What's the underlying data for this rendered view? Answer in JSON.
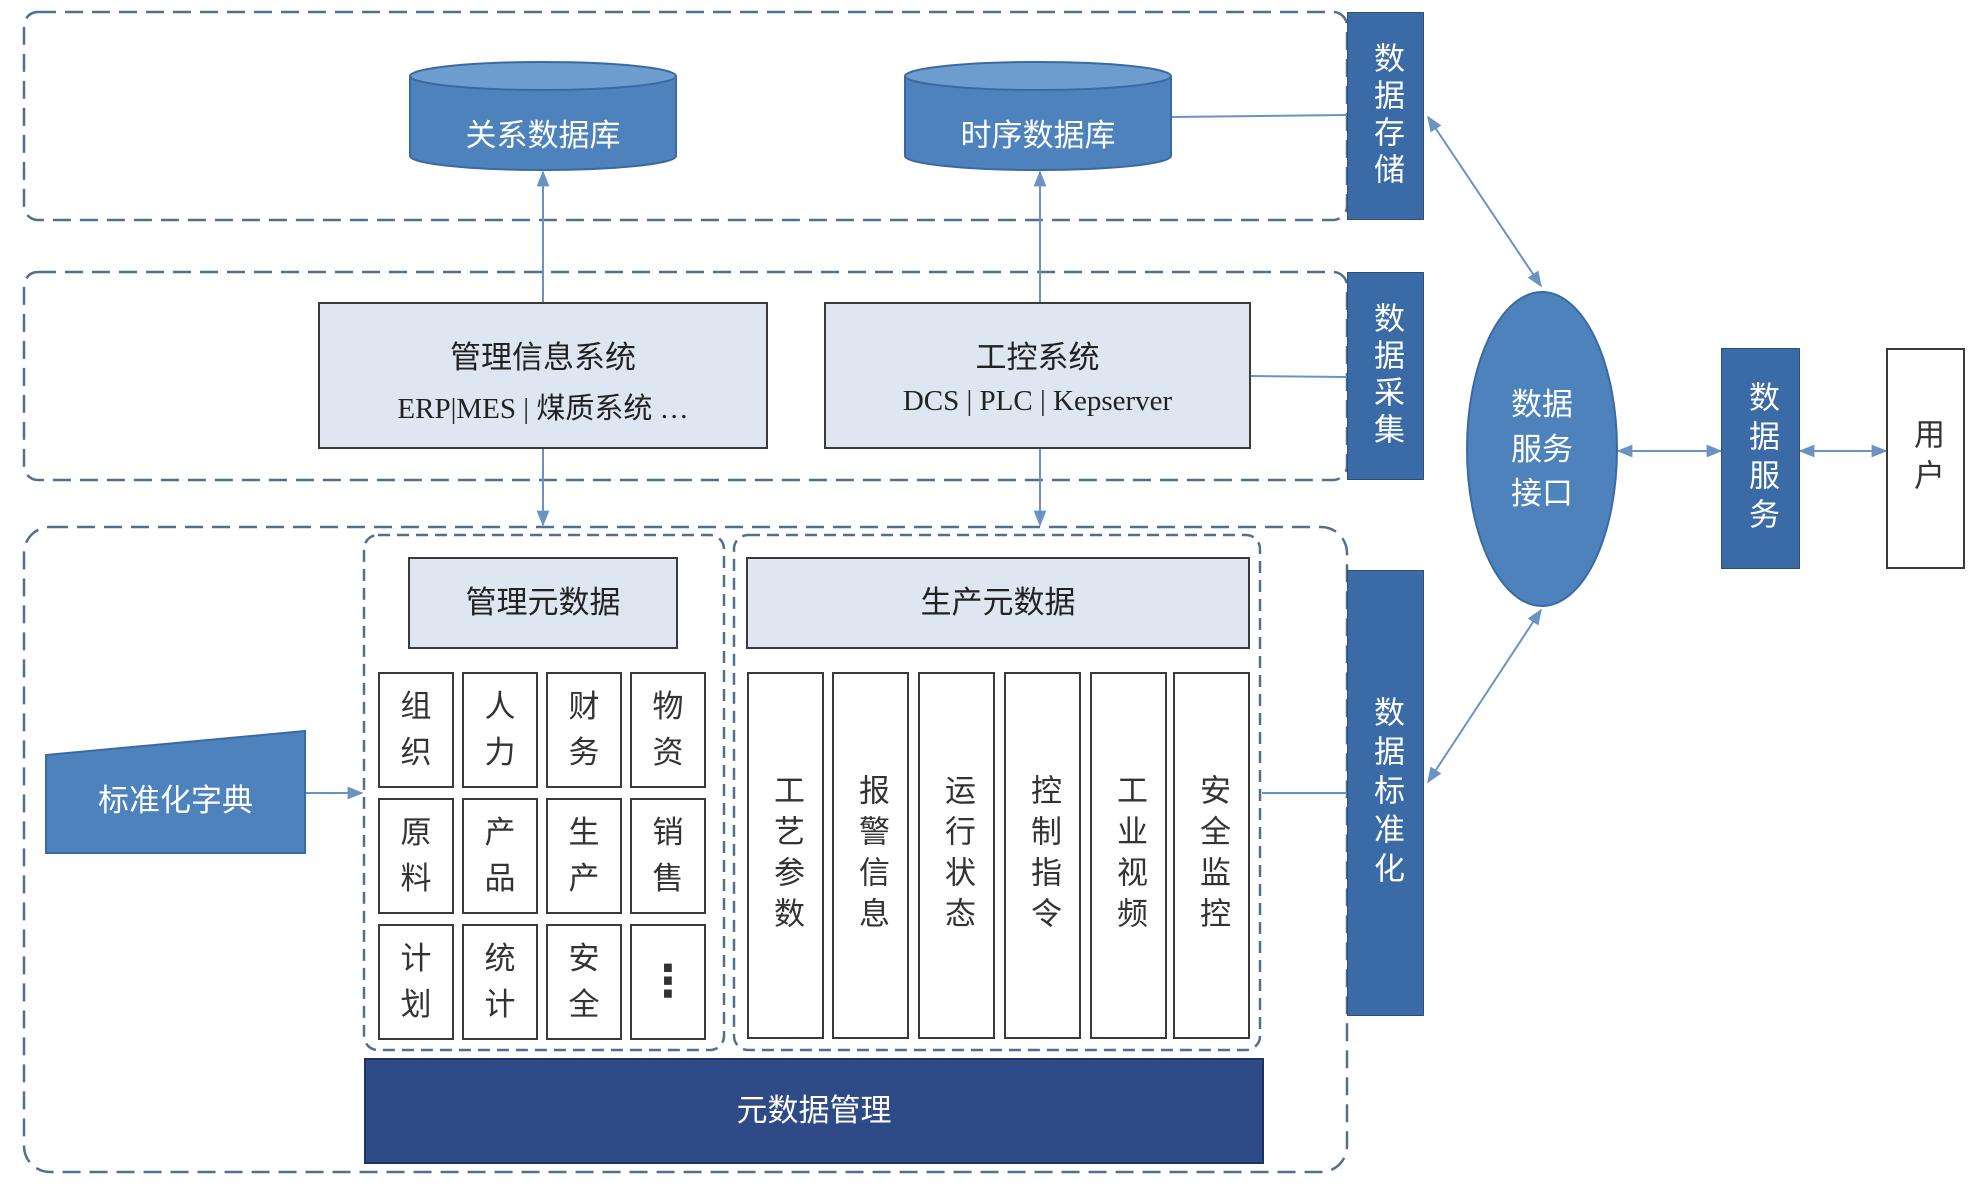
{
  "colors": {
    "accent_blue": "#3b6ba7",
    "db_blue": "#4d82bd",
    "light_blue": "#dde6f1",
    "dark_navy": "#2e4a87",
    "dash": "#51708f"
  },
  "databases": {
    "relational": "关系数据库",
    "timeseries": "时序数据库"
  },
  "systems": {
    "management": {
      "title": "管理信息系统",
      "subtitle": "ERP|MES | 煤质系统 …"
    },
    "control": {
      "title": "工控系统",
      "subtitle": "DCS | PLC | Kepserver"
    }
  },
  "layers": {
    "storage": "数据存储",
    "collection": "数据采集",
    "standardization": "数据标准化"
  },
  "service_interface": "数据服务接口",
  "data_service": "数据服务",
  "user": "用户",
  "dictionary": "标准化字典",
  "metadata": {
    "management_title": "管理元数据",
    "production_title": "生产元数据",
    "management_items": [
      "组织",
      "人力",
      "财务",
      "物资",
      "原料",
      "产品",
      "生产",
      "销售",
      "计划",
      "统计",
      "安全",
      "⋮"
    ],
    "production_items": [
      "工艺参数",
      "报警信息",
      "运行状态",
      "控制指令",
      "工业视频",
      "安全监控"
    ],
    "manager": "元数据管理"
  }
}
